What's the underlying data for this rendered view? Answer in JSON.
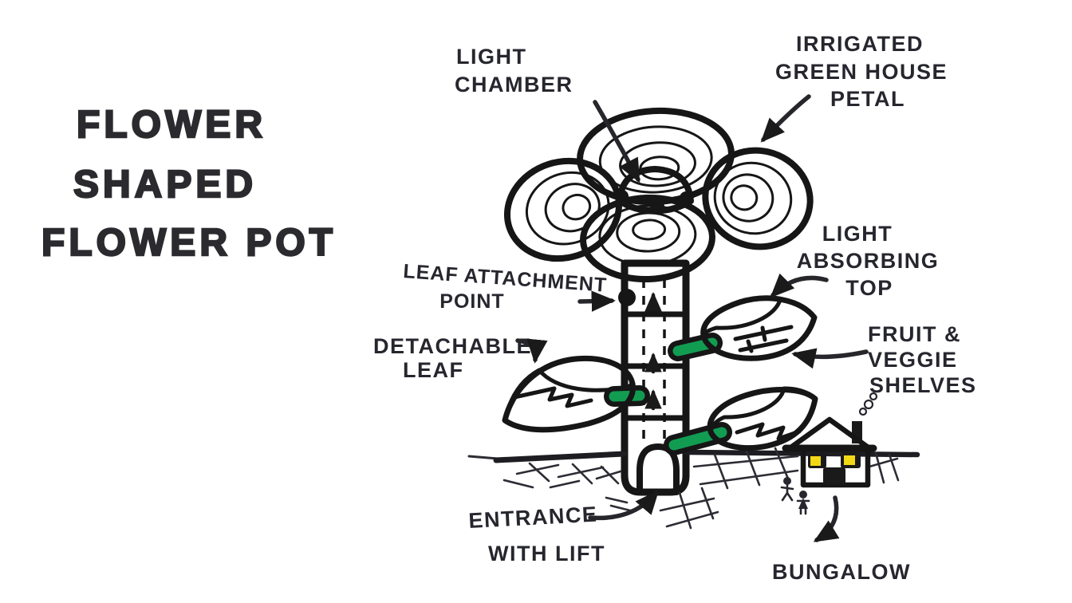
{
  "title": {
    "lines": [
      "FLOWER",
      "SHAPED",
      "FLOWER POT"
    ]
  },
  "labels": {
    "light_chamber": {
      "lines": [
        "LIGHT",
        "CHAMBER"
      ]
    },
    "irrigated_greenhouse_petal": {
      "lines": [
        "IRRIGATED",
        "GREEN HOUSE",
        "PETAL"
      ]
    },
    "light_absorbing_top": {
      "lines": [
        "LIGHT",
        "ABSORBING",
        "TOP"
      ]
    },
    "leaf_attachment_point": {
      "lines": [
        "LEAF ATTACHMENT",
        "POINT"
      ]
    },
    "detachable_leaf": {
      "lines": [
        "DETACHABLE",
        "LEAF"
      ]
    },
    "fruit_veggie_shelves": {
      "lines": [
        "FRUIT &",
        "VEGGIE",
        "SHELVES"
      ]
    },
    "entrance_with_lift": {
      "lines": [
        "ENTRANCE",
        "WITH LIFT"
      ]
    },
    "bungalow": {
      "lines": [
        "BUNGALOW"
      ]
    }
  },
  "colors": {
    "petal_magenta": "#c02bc0",
    "flower_center_yellow": "#f6e41f",
    "stem_green": "#77c63e",
    "entrance_green": "#12914d",
    "leaf_green": "#17a457",
    "stalk_green": "#129c52",
    "leaf_cap_yellow": "#f6e41f",
    "house_blue": "#3aa7e1",
    "roof_red": "#cc2127",
    "window_yellow": "#f2d915",
    "ink": "#26262e"
  }
}
